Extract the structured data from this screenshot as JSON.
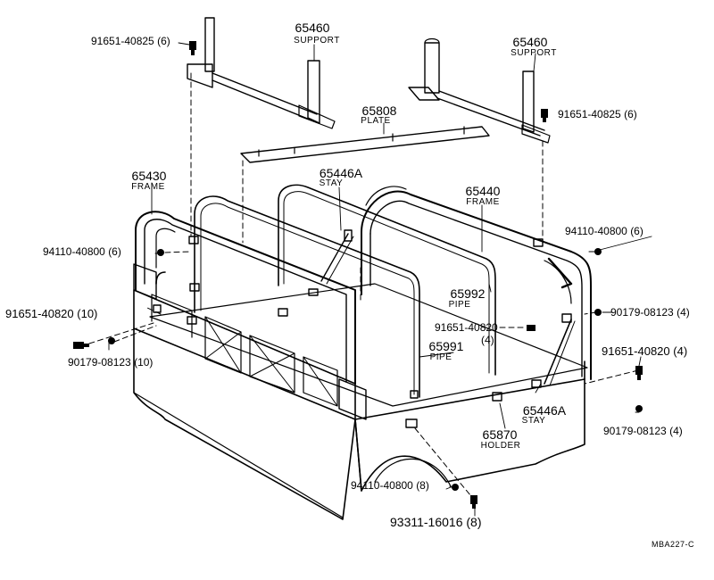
{
  "diagram": {
    "drawing_code": "MBA227-C",
    "parts": [
      {
        "id": "p_65460_l",
        "number": "65460",
        "name": "SUPPORT"
      },
      {
        "id": "p_65460_r",
        "number": "65460",
        "name": "SUPPORT"
      },
      {
        "id": "p_65808",
        "number": "65808",
        "name": "PLATE"
      },
      {
        "id": "p_65430",
        "number": "65430",
        "name": "FRAME"
      },
      {
        "id": "p_65446a_t",
        "number": "65446A",
        "name": "STAY"
      },
      {
        "id": "p_65440",
        "number": "65440",
        "name": "FRAME"
      },
      {
        "id": "p_65992",
        "number": "65992",
        "name": "PIPE"
      },
      {
        "id": "p_65991",
        "number": "65991",
        "name": "PIPE"
      },
      {
        "id": "p_65446a_b",
        "number": "65446A",
        "name": "STAY"
      },
      {
        "id": "p_65870",
        "number": "65870",
        "name": "HOLDER"
      }
    ],
    "fasteners": [
      {
        "id": "f1",
        "number": "91651-40825",
        "qty": "(6)"
      },
      {
        "id": "f2",
        "number": "91651-40825",
        "qty": "(6)"
      },
      {
        "id": "f3",
        "number": "94110-40800",
        "qty": "(6)"
      },
      {
        "id": "f4",
        "number": "94110-40800",
        "qty": "(6)"
      },
      {
        "id": "f5",
        "number": "91651-40820",
        "qty": "(10)"
      },
      {
        "id": "f6",
        "number": "90179-08123",
        "qty": "(10)"
      },
      {
        "id": "f7",
        "number": "91651-40820",
        "qty": "(4)"
      },
      {
        "id": "f8",
        "number": "90179-08123",
        "qty": "(4)"
      },
      {
        "id": "f9",
        "number": "91651-40820",
        "qty": "(4)"
      },
      {
        "id": "f10",
        "number": "90179-08123",
        "qty": "(4)"
      },
      {
        "id": "f11",
        "number": "94110-40800",
        "qty": "(8)"
      },
      {
        "id": "f12",
        "number": "93311-16016",
        "qty": "(8)"
      }
    ]
  }
}
